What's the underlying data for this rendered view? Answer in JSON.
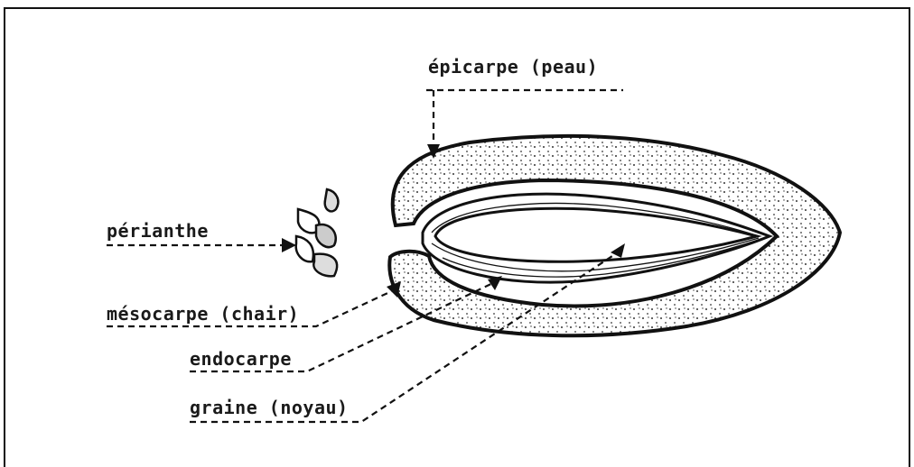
{
  "diagram": {
    "labels": {
      "epicarpe": "épicarpe (peau)",
      "perianthe": "périanthe",
      "mesocarpe": "mésocarpe (chair)",
      "endocarpe": "endocarpe",
      "graine": "graine (noyau)"
    },
    "colors": {
      "ink": "#1a1a1a",
      "background": "#ffffff"
    }
  }
}
